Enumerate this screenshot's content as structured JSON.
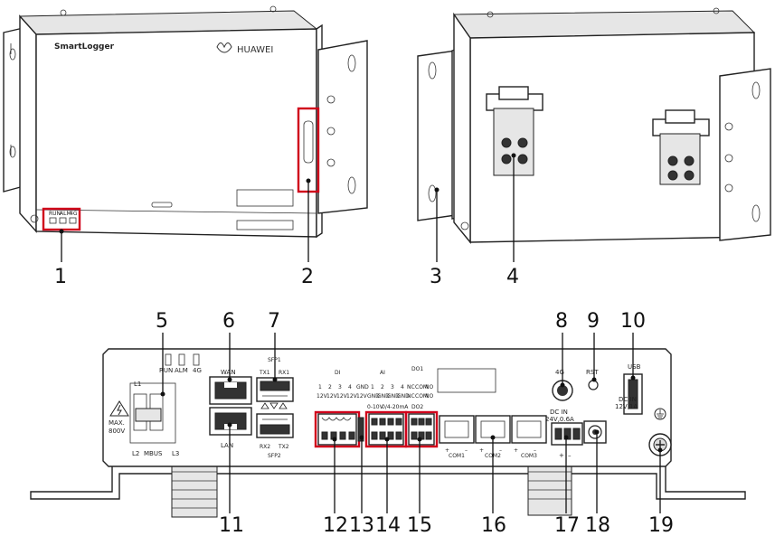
{
  "device": {
    "model_text": "SmartLogger",
    "brand_text": "HUAWEI",
    "top_leds": [
      "RUN",
      "ALM",
      "4G"
    ]
  },
  "callouts": [
    "1",
    "2",
    "3",
    "4",
    "5",
    "6",
    "7",
    "8",
    "9",
    "10",
    "11",
    "12",
    "13",
    "14",
    "15",
    "16",
    "17",
    "18",
    "19"
  ],
  "panel": {
    "l1": "L1",
    "l2": "L2",
    "l3": "L3",
    "mbus": "MBUS",
    "max_voltage_line1": "MAX.",
    "max_voltage_line2": "800V",
    "led_run": "RUN",
    "led_alm": "ALM",
    "led_4g": "4G",
    "wan": "WAN",
    "lan": "LAN",
    "sfp1": "SFP1",
    "sfp2": "SFP2",
    "tx1": "TX1",
    "rx1": "RX1",
    "rx2": "RX2",
    "tx2": "TX2",
    "di": "DI",
    "ai": "AI",
    "do1": "DO1",
    "do2": "DO2",
    "di_nums": [
      "1",
      "2",
      "3",
      "4",
      "GND"
    ],
    "di_volts": [
      "12V",
      "12V",
      "12V",
      "12V",
      "12V"
    ],
    "ai_nums": [
      "1",
      "2",
      "3",
      "4"
    ],
    "ai_gnd": [
      "GND",
      "GND",
      "GND",
      "GND"
    ],
    "ai_range_1": "0-10V",
    "ai_range_2": "0/4-20mA",
    "do_top": [
      "NC",
      "COM",
      "NO"
    ],
    "do_bot": [
      "NC",
      "COM",
      "NO"
    ],
    "com1": "COM1",
    "com2": "COM2",
    "com3": "COM3",
    "g4": "4G",
    "dc_in_24": "DC IN",
    "dc_in_24_val": "24V,0.6A",
    "rst": "RST",
    "usb": "USB",
    "dc_in_12": "DC IN",
    "dc_in_12_val": "12V,1A"
  }
}
